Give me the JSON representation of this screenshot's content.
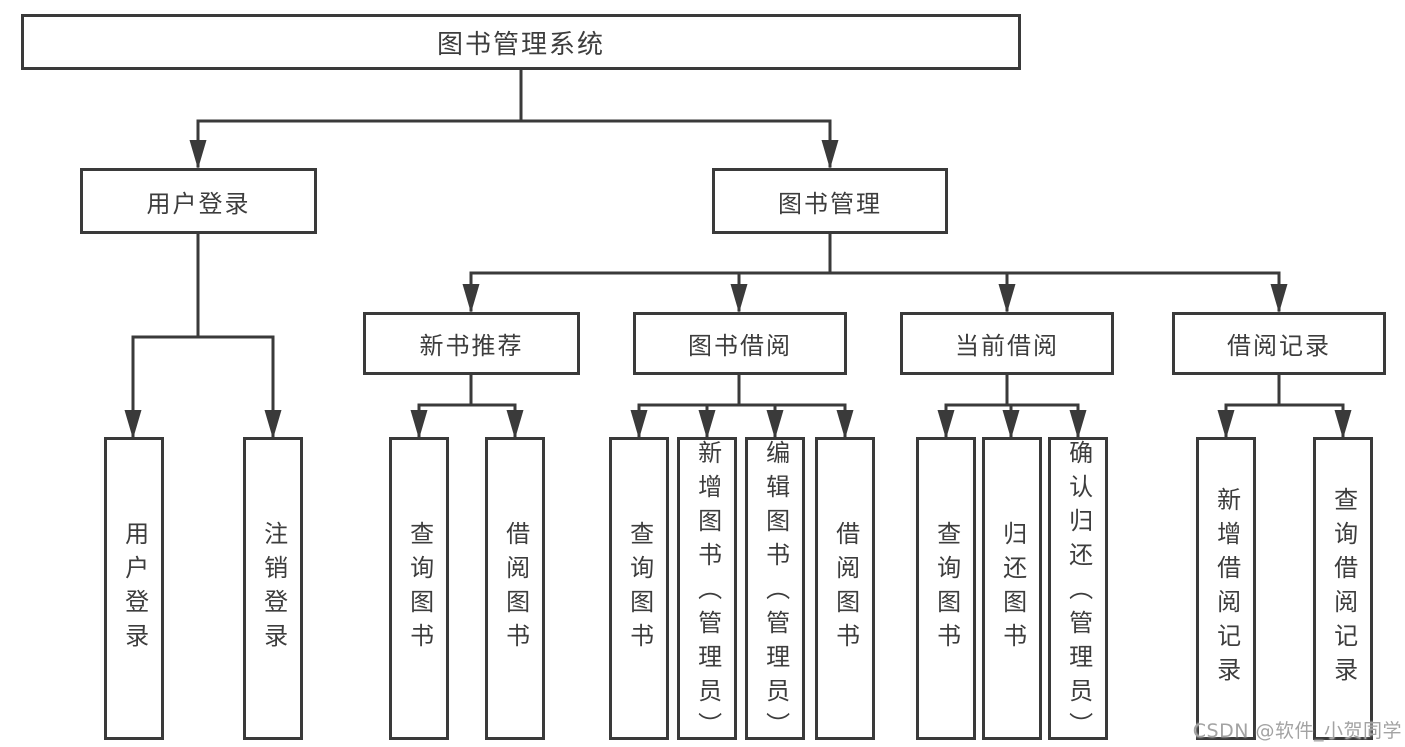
{
  "tree": {
    "root": {
      "label": "图书管理系统",
      "children": [
        {
          "label": "用户登录",
          "children": [
            {
              "label": "用户登录"
            },
            {
              "label": "注销登录"
            }
          ]
        },
        {
          "label": "图书管理",
          "children": [
            {
              "label": "新书推荐",
              "children": [
                {
                  "label": "查询图书"
                },
                {
                  "label": "借阅图书"
                }
              ]
            },
            {
              "label": "图书借阅",
              "children": [
                {
                  "label": "查询图书"
                },
                {
                  "label": "新增图书（管理员）"
                },
                {
                  "label": "编辑图书（管理员）"
                },
                {
                  "label": "借阅图书"
                }
              ]
            },
            {
              "label": "当前借阅",
              "children": [
                {
                  "label": "查询图书"
                },
                {
                  "label": "归还图书"
                },
                {
                  "label": "确认归还（管理员）"
                }
              ]
            },
            {
              "label": "借阅记录",
              "children": [
                {
                  "label": "新增借阅记录"
                },
                {
                  "label": "查询借阅记录"
                }
              ]
            }
          ]
        }
      ]
    }
  },
  "watermark": "CSDN @软件_小贺同学",
  "colors": {
    "line": "#3a3a3a",
    "text": "#3d3d3d",
    "background": "#ffffff",
    "watermark": "#a3a3a3"
  }
}
